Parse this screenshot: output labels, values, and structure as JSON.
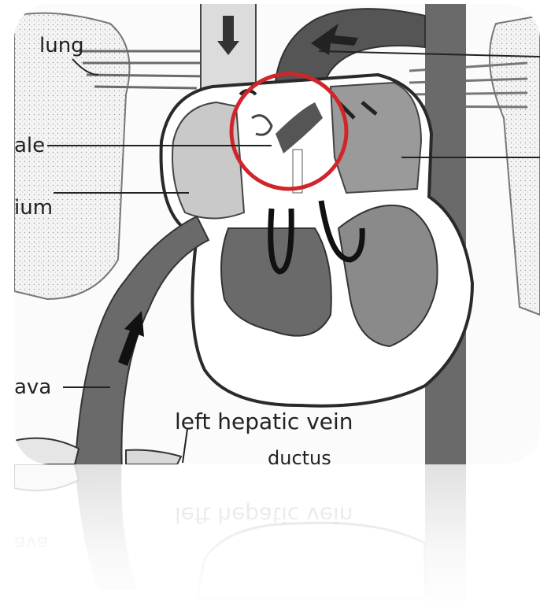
{
  "labels": {
    "lung": "lung",
    "foramen_fragment": "ale",
    "atrium_fragment": "ium",
    "cava_fragment": "ava",
    "hepatic_vein": "left hepatic vein",
    "ductus": "ductus"
  },
  "highlight": {
    "color": "#d0262b",
    "shape": "circle"
  },
  "colors": {
    "background": "#ffffff",
    "dark_vessel": "#5e5e5e",
    "mid_tissue": "#9a9a9a",
    "light_tissue": "#c9c9c9",
    "outline": "#2a2a2a"
  }
}
